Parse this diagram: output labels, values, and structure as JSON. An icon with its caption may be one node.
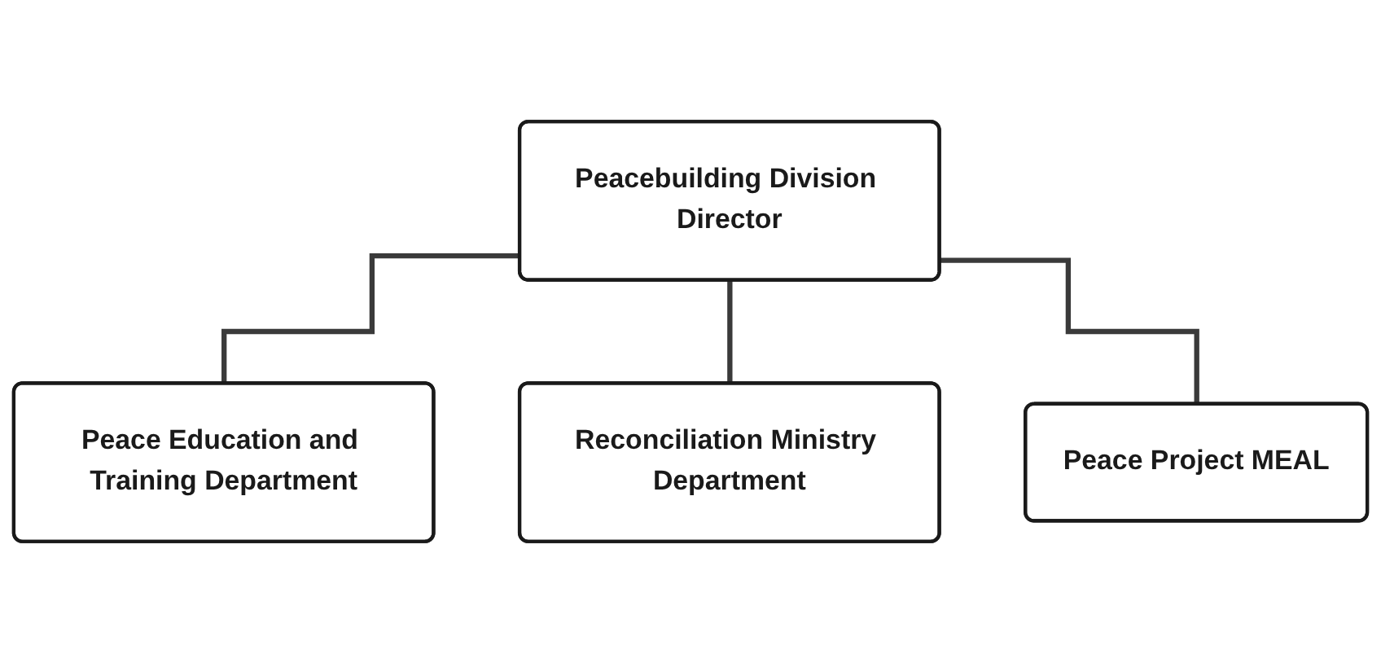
{
  "diagram": {
    "nodes": [
      {
        "text": [
          "Peacebuilding Division Director"
        ]
      },
      {
        "text": [
          "Peace Education and Training Department"
        ]
      },
      {
        "text": [
          "Reconciliation Ministry Department"
        ]
      },
      {
        "text": [
          "Peace Project MEAL"
        ]
      }
    ],
    "edges": [
      {
        "from": 0,
        "to": 1,
        "arrow": "none"
      },
      {
        "from": 0,
        "to": 2,
        "arrow": "none"
      },
      {
        "from": 0,
        "to": 3,
        "arrow": "none"
      }
    ]
  }
}
